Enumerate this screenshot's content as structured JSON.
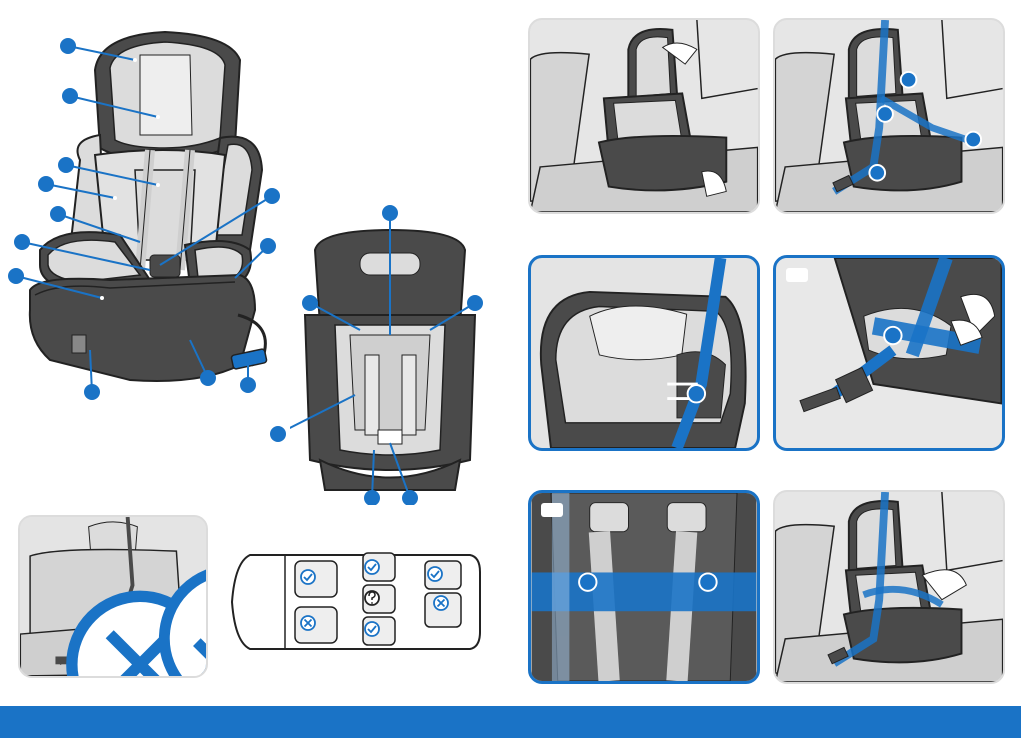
{
  "colors": {
    "accent": "#1a73c6",
    "dark_grey": "#4a4a4a",
    "light_grey": "#dcdcdc",
    "panel_bg": "#e6e6e6"
  },
  "icons": {
    "allowed": "check-circle-icon",
    "not_allowed": "cross-circle-icon",
    "unknown": "question-circle-icon"
  },
  "seating_plan": {
    "front_left": "allowed",
    "front_right": "not_allowed",
    "middle_top": "allowed",
    "middle_center": "unknown",
    "middle_bottom": "allowed",
    "rear_top": "allowed",
    "rear_bottom": "not_allowed"
  }
}
